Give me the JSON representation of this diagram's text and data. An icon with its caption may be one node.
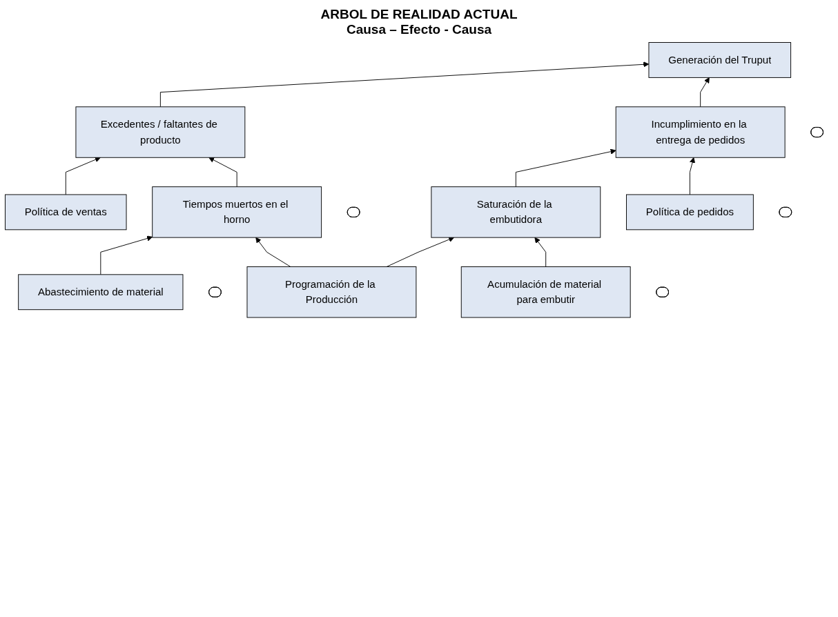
{
  "diagram": {
    "title": "ARBOL DE REALIDAD ACTUAL",
    "nodes": [
      {
        "text": [
          "Generación del Truput"
        ]
      },
      {
        "text": [],
        "shape": "ellipse"
      },
      {
        "text": [
          "Excedentes / faltantes de producto"
        ]
      },
      {
        "text": [
          "Incumplimiento en la entrega de pedidos"
        ]
      },
      {
        "text": [],
        "shape": "ellipse"
      },
      {
        "text": [],
        "shape": "ellipse"
      },
      {
        "text": [
          "Política de ventas"
        ]
      },
      {
        "text": [
          "Política de pedidos"
        ]
      },
      {
        "text": [
          "Tiempos muertos en el horno"
        ]
      },
      {
        "text": [
          "Saturación de la embutidora"
        ]
      },
      {
        "text": [],
        "shape": "ellipse"
      },
      {
        "text": [],
        "shape": "ellipse"
      },
      {
        "text": [
          "Abastecimiento de material"
        ]
      },
      {
        "text": [
          "Programación de la Producción"
        ]
      },
      {
        "text": [
          "Acumulación de material para embutir"
        ]
      }
    ],
    "edges": [
      {
        "from": 2,
        "to": 0,
        "arrow": "to"
      },
      {
        "from": 3,
        "to": 0,
        "arrow": "to"
      },
      {
        "from": 6,
        "to": 2,
        "arrow": "to"
      },
      {
        "from": 8,
        "to": 2,
        "arrow": "to"
      },
      {
        "from": 9,
        "to": 3,
        "arrow": "to"
      },
      {
        "from": 7,
        "to": 3,
        "arrow": "to"
      },
      {
        "from": 12,
        "to": 8,
        "arrow": "to"
      },
      {
        "from": 13,
        "to": 8,
        "arrow": "to"
      },
      {
        "from": 13,
        "to": 9,
        "arrow": "to"
      },
      {
        "from": 14,
        "to": 9,
        "arrow": "to"
      }
    ],
    "labels": [
      "Causa – Efecto - Causa"
    ]
  }
}
